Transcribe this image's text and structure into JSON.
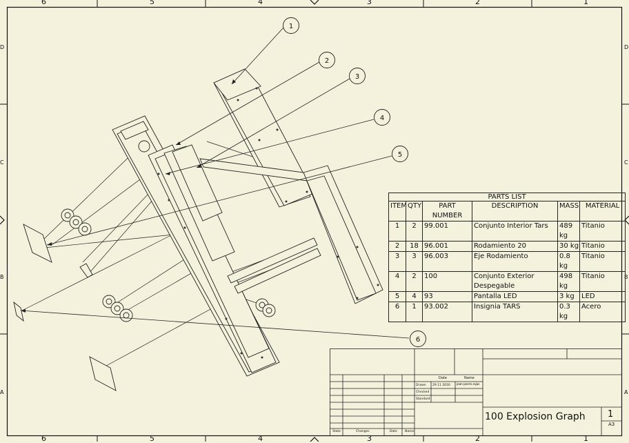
{
  "sheet": {
    "zones_columns": [
      "6",
      "5",
      "4",
      "3",
      "2",
      "1"
    ],
    "zones_rows": [
      "D",
      "C",
      "B",
      "A"
    ]
  },
  "balloons": [
    "1",
    "2",
    "3",
    "4",
    "5",
    "6"
  ],
  "parts_list": {
    "title": "PARTS LIST",
    "headers": [
      "ITEM",
      "QTY",
      "PART NUMBER",
      "DESCRIPTION",
      "MASS",
      "MATERIAL"
    ],
    "rows": [
      {
        "item": "1",
        "qty": "2",
        "part_number": "99.001",
        "description": "Conjunto Interior Tars",
        "mass": "489 kg",
        "material": "Titanio"
      },
      {
        "item": "2",
        "qty": "18",
        "part_number": "96.001",
        "description": "Rodamiento 20",
        "mass": "30 kg",
        "material": "Titanio"
      },
      {
        "item": "3",
        "qty": "3",
        "part_number": "96.003",
        "description": "Eje Rodamiento",
        "mass": "0.8 kg",
        "material": "Titanio"
      },
      {
        "item": "4",
        "qty": "2",
        "part_number": "100",
        "description": "Conjunto Exterior Despegable",
        "mass": "498 kg",
        "material": "Titanio"
      },
      {
        "item": "5",
        "qty": "4",
        "part_number": "93",
        "description": "Pantalla LED",
        "mass": "3 kg",
        "material": "LED"
      },
      {
        "item": "6",
        "qty": "1",
        "part_number": "93.002",
        "description": "Insignia TARS",
        "mass": "0.3 kg",
        "material": "Acero"
      }
    ]
  },
  "title_block": {
    "date_label": "Date",
    "name_label": "Name",
    "drawn_label": "Drawn",
    "drawn_date": "29 11 2016",
    "drawn_name": "jean-pierre.rojas",
    "checked_label": "Checked",
    "standard_label": "Standard",
    "state_label": "State",
    "changes_label": "Changes",
    "date_col_label": "Date",
    "name_col_label": "Name",
    "drawing_title": "100 Explosion Graph",
    "sheet_number": "1",
    "sheet_size": "A3"
  }
}
